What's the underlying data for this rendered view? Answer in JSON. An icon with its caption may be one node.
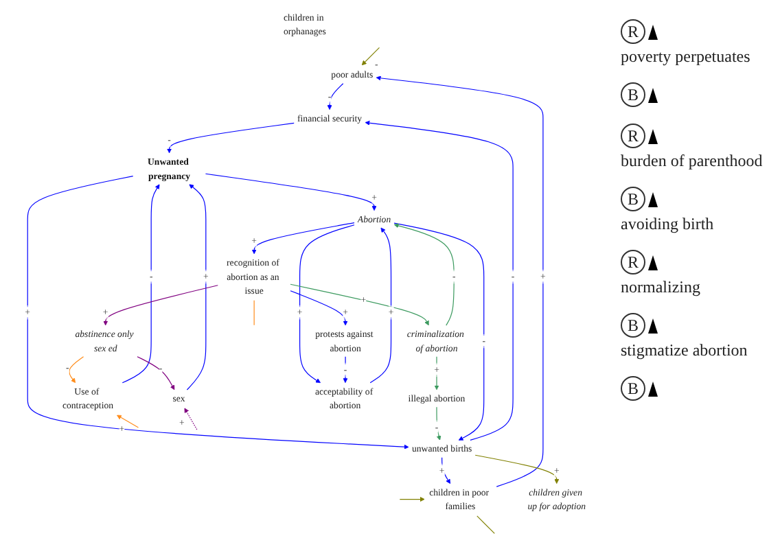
{
  "diagram": {
    "nodes": [
      {
        "text": [
          "poor adults"
        ]
      },
      {
        "text": [
          "children in poor families"
        ]
      },
      {
        "text": [
          "children in orphanages"
        ]
      },
      {
        "text": [
          "children given up for adoption"
        ]
      },
      {
        "text": [
          "financial security"
        ]
      },
      {
        "text": [
          "unwanted births"
        ]
      },
      {
        "text": [
          "illegal abortion"
        ]
      },
      {
        "text": [
          "Unwanted pregnancy"
        ]
      },
      {
        "text": [
          "Abortion"
        ]
      },
      {
        "text": [
          "criminalization of abortion"
        ]
      },
      {
        "text": [
          "Use of contraception"
        ]
      },
      {
        "text": [
          "sex"
        ]
      },
      {
        "text": [
          "acceptability of abortion"
        ]
      },
      {
        "text": [
          "protests against abortion"
        ]
      },
      {
        "text": [
          "recognition of abortion as an issue"
        ]
      },
      {
        "text": [
          "abstinence only sex ed"
        ]
      }
    ],
    "edges": [
      {
        "from": null,
        "to": 0,
        "arrow": "to",
        "label": "-",
        "color": "#808000"
      },
      {
        "from": 1,
        "to": 0,
        "arrow": "to",
        "label": "+"
      },
      {
        "from": null,
        "to": 1,
        "arrow": "to",
        "color": "#808000"
      },
      {
        "from": 1,
        "to": null,
        "arrow": "none",
        "color": "#808000"
      },
      {
        "from": 5,
        "to": 1,
        "arrow": "to",
        "label": "+"
      },
      {
        "from": 5,
        "to": 3,
        "arrow": "to",
        "label": "+",
        "color": "#808000"
      },
      {
        "from": 0,
        "to": 4,
        "arrow": "to",
        "label": "-"
      },
      {
        "from": 5,
        "to": 4,
        "arrow": "to",
        "label": "-"
      },
      {
        "from": 4,
        "to": 7,
        "arrow": "to",
        "label": "-"
      },
      {
        "from": 7,
        "to": 5,
        "arrow": "to",
        "label": "+"
      },
      {
        "from": 6,
        "to": 5,
        "arrow": "to",
        "label": "-",
        "color": "#3c9a5f"
      },
      {
        "from": 8,
        "to": 5,
        "arrow": "to",
        "label": "-"
      },
      {
        "from": 7,
        "to": 8,
        "arrow": "to",
        "label": "+"
      },
      {
        "from": 9,
        "to": 8,
        "arrow": "to",
        "label": "-",
        "color": "#3c9a5f"
      },
      {
        "from": 9,
        "to": 6,
        "arrow": "to",
        "label": "+",
        "color": "#3c9a5f"
      },
      {
        "from": 12,
        "to": 8,
        "arrow": "to",
        "label": "+"
      },
      {
        "from": 8,
        "to": 12,
        "arrow": "to",
        "label": "+"
      },
      {
        "from": 8,
        "to": 14,
        "arrow": "to",
        "label": "+"
      },
      {
        "from": 14,
        "to": 9,
        "arrow": "to",
        "label": "+",
        "color": "#3c9a5f"
      },
      {
        "from": 10,
        "to": 7,
        "arrow": "to",
        "label": "-"
      },
      {
        "from": 11,
        "to": 7,
        "arrow": "to",
        "label": "+"
      },
      {
        "from": 15,
        "to": 10,
        "arrow": "to",
        "label": "-",
        "color": "#ff8c1a"
      },
      {
        "from": 15,
        "to": 11,
        "arrow": "to",
        "label": "-",
        "color": "#800080"
      },
      {
        "from": null,
        "to": 11,
        "arrow": "to",
        "label": "+",
        "style": "dashed",
        "color": "#800080"
      },
      {
        "from": null,
        "to": 10,
        "arrow": "to",
        "label": "+",
        "color": "#ff8c1a"
      },
      {
        "from": 13,
        "to": 12,
        "arrow": "to",
        "label": "-"
      },
      {
        "from": 14,
        "to": 13,
        "arrow": "to",
        "label": "+"
      },
      {
        "from": 14,
        "to": 15,
        "arrow": "to",
        "label": "+",
        "color": "#800080"
      },
      {
        "from": 14,
        "to": null,
        "arrow": "none",
        "color": "#ff8c1a"
      }
    ],
    "labels": [
      "R",
      "poverty perpetuates",
      "B",
      "R",
      "burden of parenthood",
      "B",
      "avoiding birth",
      "R",
      "normalizing",
      "B",
      "stigmatize abortion",
      "B"
    ]
  }
}
